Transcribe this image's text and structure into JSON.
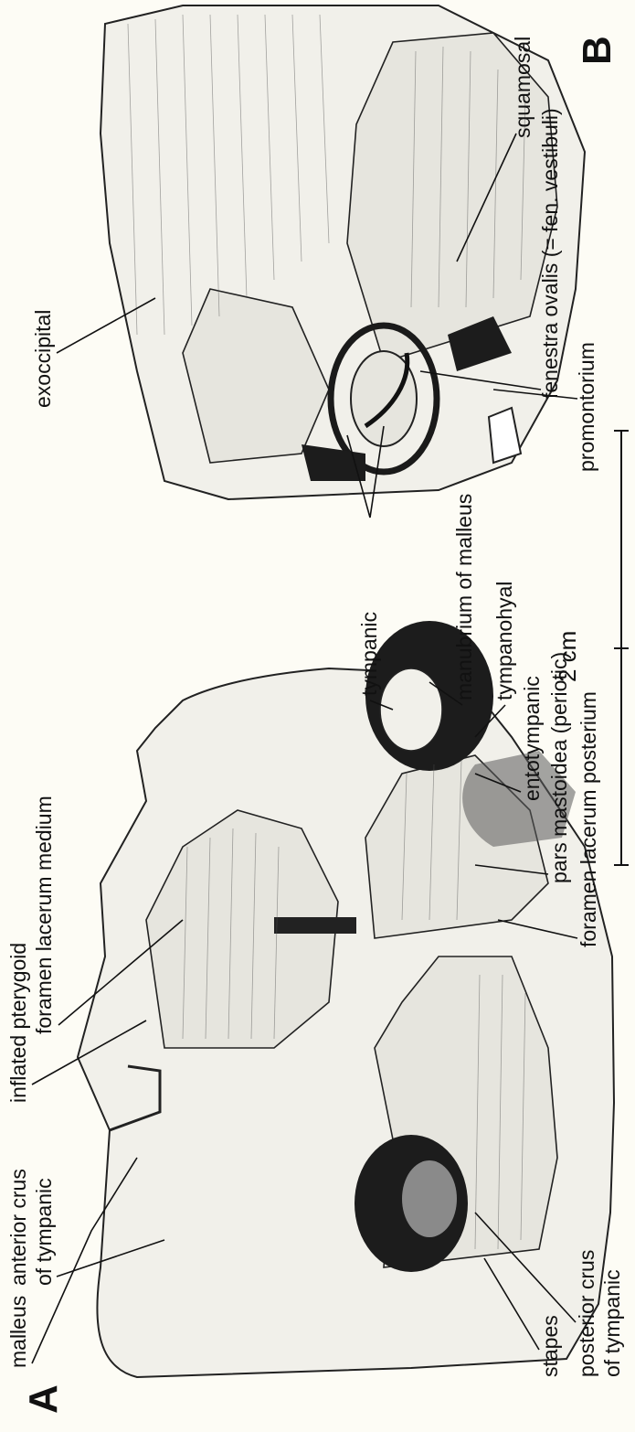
{
  "figure": {
    "panels": [
      {
        "id": "A",
        "label": "A"
      },
      {
        "id": "B",
        "label": "B"
      }
    ],
    "scale_bar": {
      "text": "2 cm"
    },
    "labels_A": [
      {
        "key": "malleus",
        "text": "malleus"
      },
      {
        "key": "anterior_crus_1",
        "text": "anterior crus"
      },
      {
        "key": "anterior_crus_2",
        "text": "of tympanic"
      },
      {
        "key": "inflated_pterygoid",
        "text": "inflated pterygoid"
      },
      {
        "key": "foramen_lacerum_medium",
        "text": "foramen lacerum medium"
      },
      {
        "key": "stapes",
        "text": "stapes"
      },
      {
        "key": "posterior_crus_1",
        "text": "posterior crus"
      },
      {
        "key": "posterior_crus_2",
        "text": "of tympanic"
      },
      {
        "key": "foramen_lacerum_posterium",
        "text": "foramen lacerum posterium"
      },
      {
        "key": "pars_mastoidea",
        "text": "pars mastoidea  (periotic)"
      },
      {
        "key": "entotympanic",
        "text": "entotympanic"
      },
      {
        "key": "tympanohyal",
        "text": "tympanohyal"
      },
      {
        "key": "manubrium",
        "text": "manubrium of malleus"
      },
      {
        "key": "tympanic",
        "text": "tympanic"
      }
    ],
    "labels_B": [
      {
        "key": "promontorium",
        "text": "promontorium"
      },
      {
        "key": "exoccipital",
        "text": "exoccipital"
      },
      {
        "key": "fenestra_ovalis",
        "text": "fenestra ovalis (= fen. vestibuli)"
      },
      {
        "key": "squamosal",
        "text": "squamosal"
      }
    ]
  }
}
